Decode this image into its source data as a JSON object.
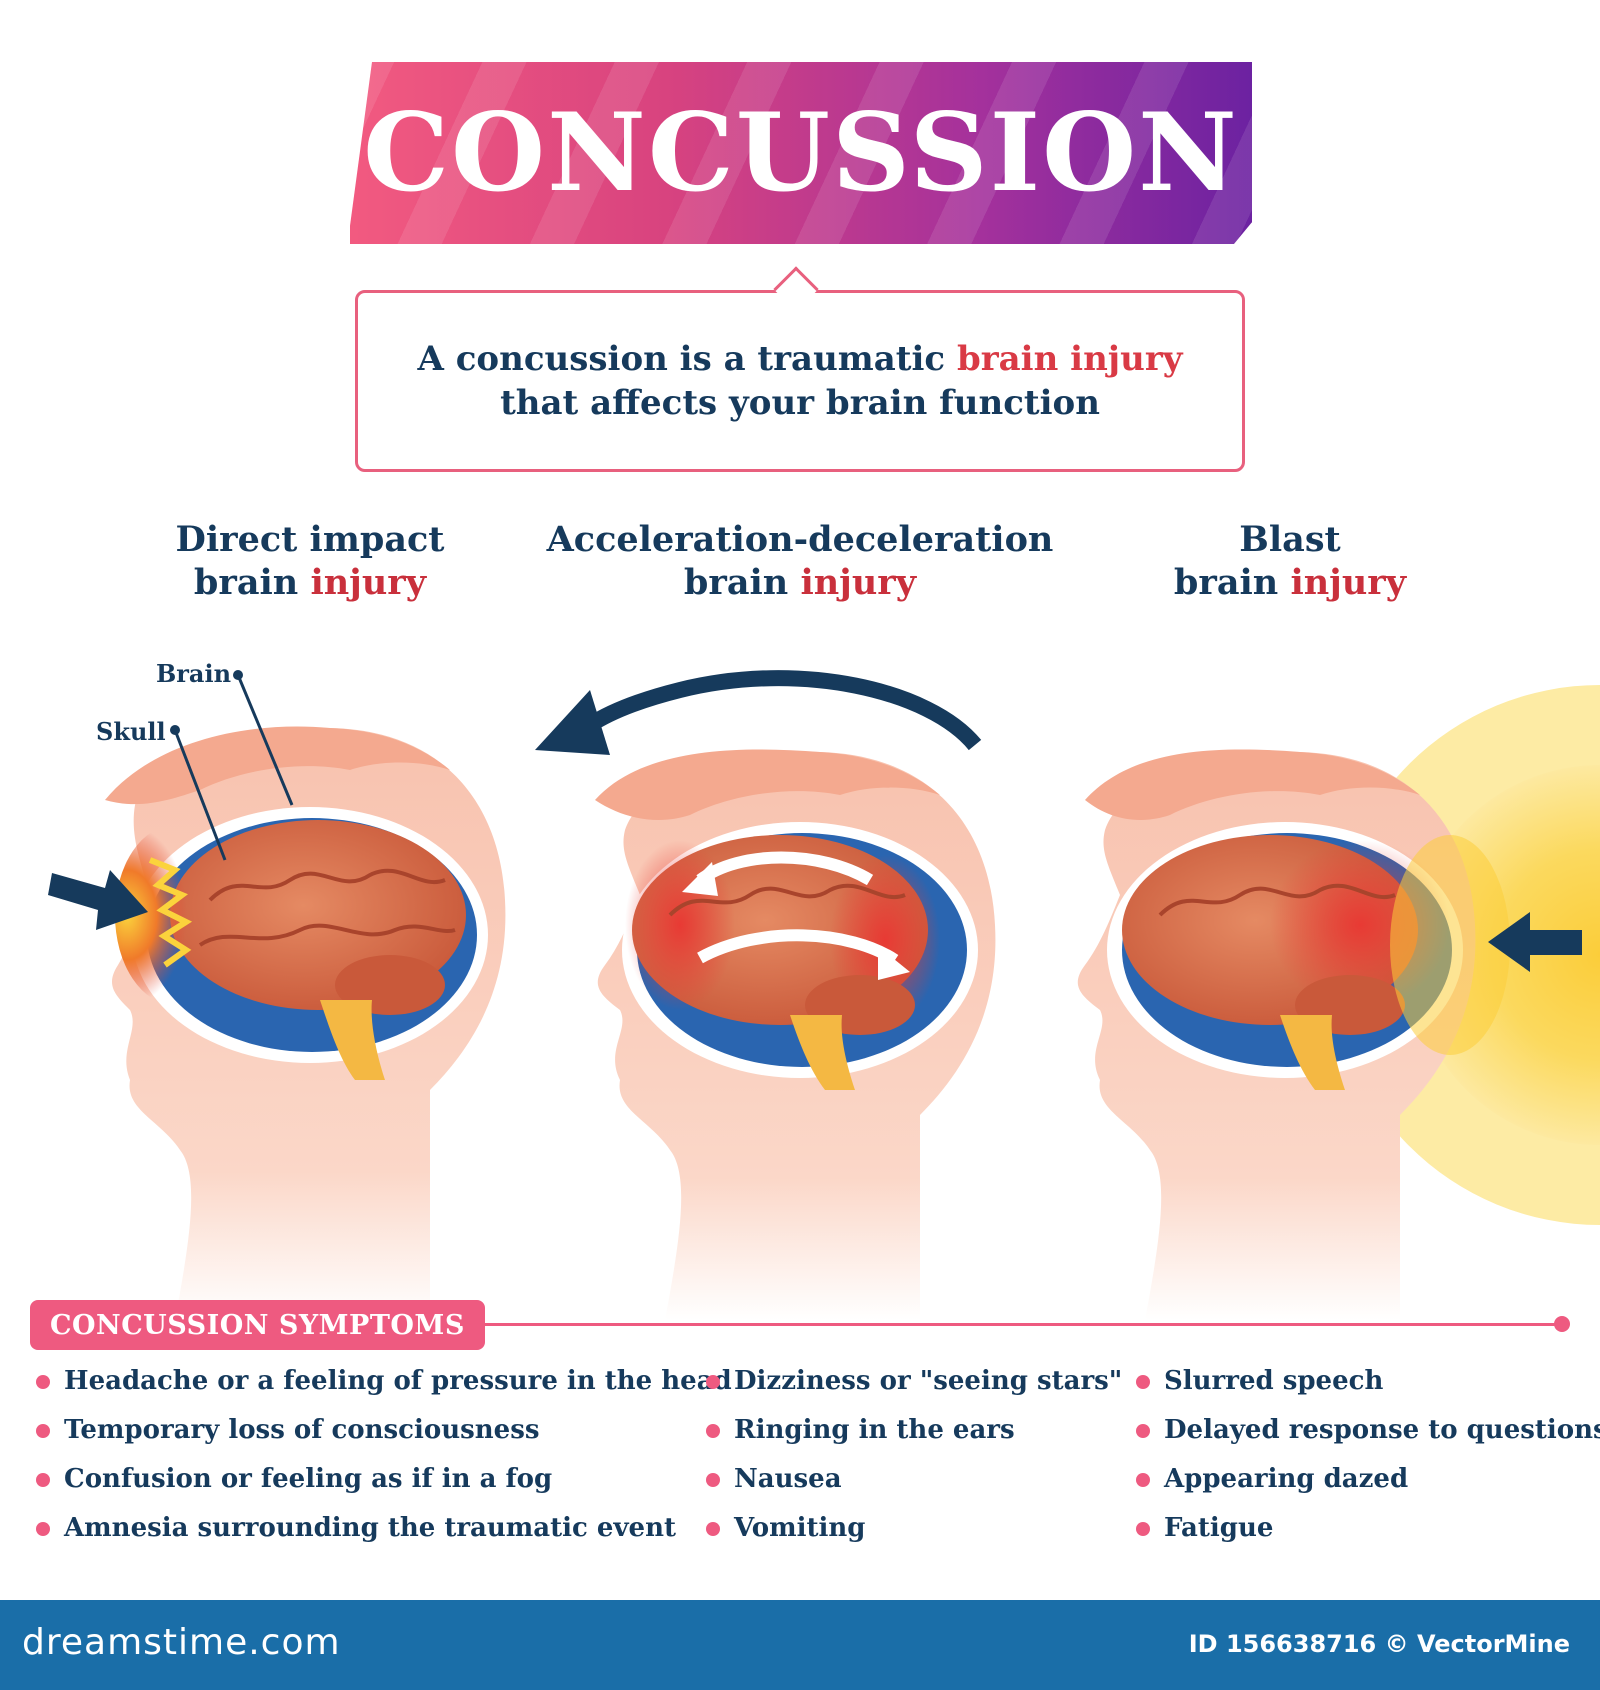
{
  "title": "CONCUSSION",
  "definition": {
    "line1_a": "A concussion is a traumatic ",
    "line1_highlight": "brain injury",
    "line2": "that affects your brain function"
  },
  "injury_types": [
    {
      "line1": "Direct impact",
      "line2_a": "brain ",
      "line2_b": "injury"
    },
    {
      "line1": "Acceleration-deceleration",
      "line2_a": "brain ",
      "line2_b": "injury"
    },
    {
      "line1": "Blast",
      "line2_a": "brain ",
      "line2_b": "injury"
    }
  ],
  "labels": {
    "brain": "Brain",
    "skull": "Skull"
  },
  "symptoms": {
    "heading": "CONCUSSION SYMPTOMS",
    "column1": [
      "Headache or a feeling of pressure in the head",
      "Temporary loss of consciousness",
      "Confusion or feeling as if in a fog",
      "Amnesia surrounding the traumatic event"
    ],
    "column2": [
      "Dizziness or \"seeing stars\"",
      "Ringing in the ears",
      "Nausea",
      "Vomiting"
    ],
    "column3": [
      "Slurred speech",
      "Delayed response to questions",
      "Appearing dazed",
      "Fatigue"
    ]
  },
  "footer": {
    "brand": "dreamstime.com",
    "id_text": "ID 156638716 © VectorMine"
  },
  "colors": {
    "navy": "#163a5c",
    "accent_pink": "#ee5a80",
    "injury_red": "#c9303c",
    "footer_blue": "#1a6ea8"
  }
}
